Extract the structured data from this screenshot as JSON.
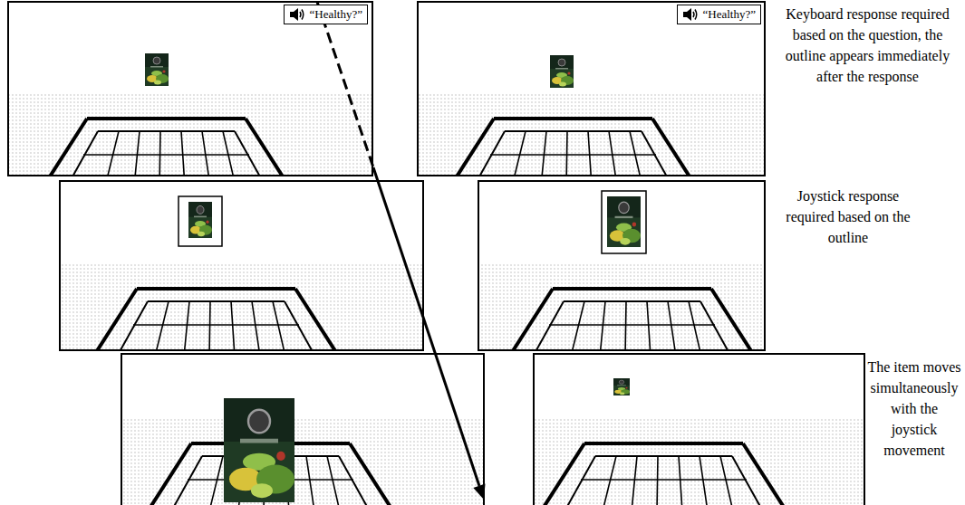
{
  "diagram": {
    "nodes": [
      {
        "text": [
          "“Healthy?”"
        ]
      },
      {
        "text": [
          "“Healthy?”"
        ]
      }
    ],
    "labels": [
      "Keyboard response required based on the question, the outline appears immediately after the response",
      "Joystick response required based on the outline",
      "The item moves simultaneously with the joystick movement"
    ]
  }
}
